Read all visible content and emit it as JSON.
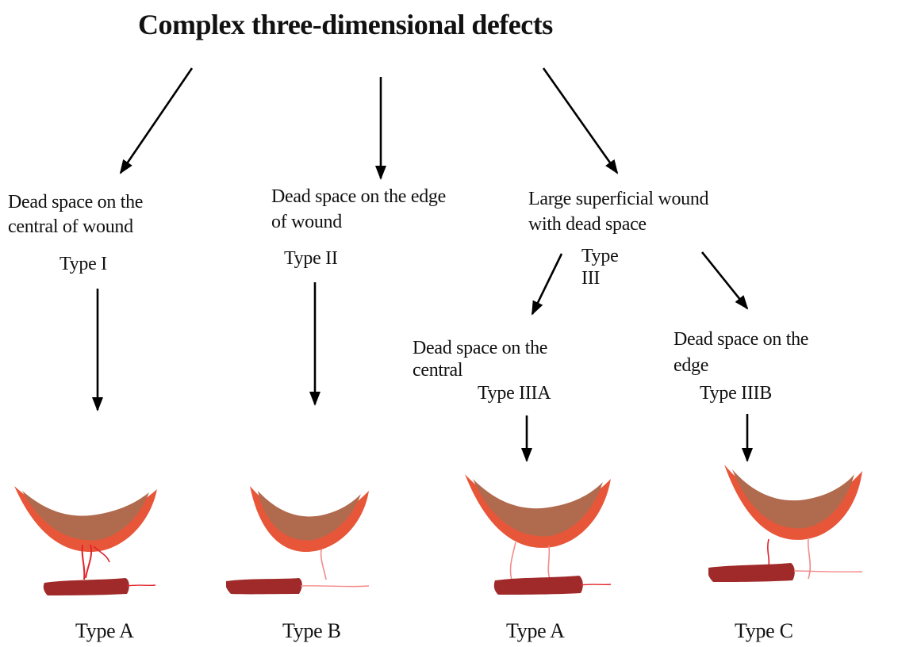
{
  "title": "Complex three-dimensional defects",
  "branches": {
    "type1": {
      "desc_line1": "Dead space on the",
      "desc_line2": "central of wound",
      "type": "Type I"
    },
    "type2": {
      "desc_line1": "Dead space on the edge",
      "desc_line2": "of wound",
      "type": "Type II"
    },
    "type3": {
      "desc_line1": "Large  superficial wound",
      "desc_line2": "with dead space",
      "type_line1": "Type",
      "type_line2": "III"
    },
    "type3a": {
      "desc_line1": "Dead space on the",
      "desc_line2": "central",
      "type": "Type IIIA"
    },
    "type3b": {
      "desc_line1": "Dead space on the",
      "desc_line2": "edge",
      "type": "Type IIIB"
    }
  },
  "bottom_labels": [
    "Type A",
    "Type B",
    "Type A",
    "Type C"
  ],
  "colors": {
    "wound_rim": "#e8563a",
    "wound_base": "#b06a4e",
    "vessel": "#e2242c",
    "muscle": "#a02a2a",
    "arrow": "#000000"
  }
}
